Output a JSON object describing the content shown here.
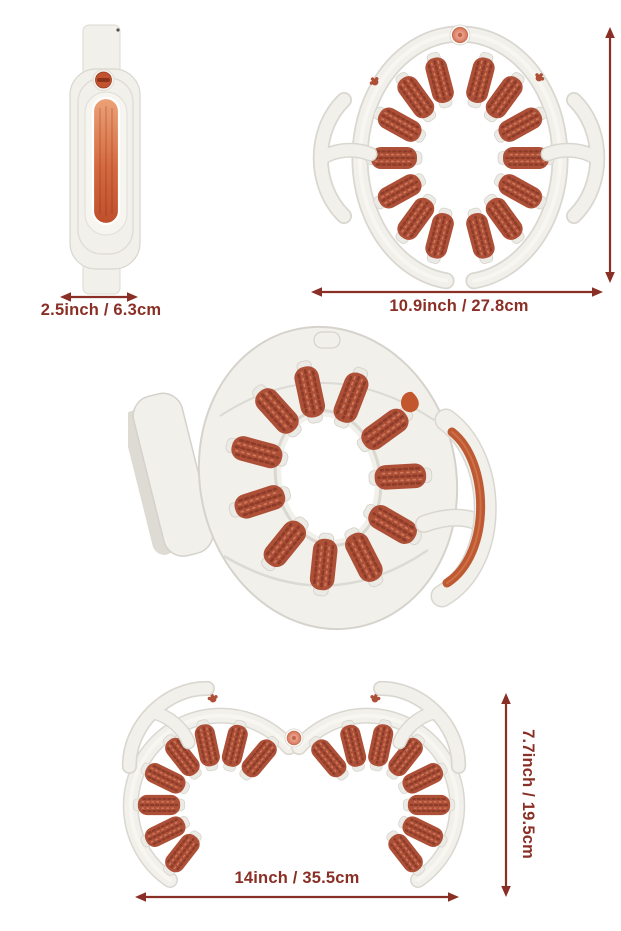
{
  "dimensions": {
    "side_width": "2.5inch / 6.3cm",
    "ring_width": "10.9inch / 27.8cm",
    "open_width": "14inch / 35.5cm",
    "open_height": "7.7inch / 19.5cm"
  },
  "colors": {
    "annotation": "#8a2f25",
    "device_body": "#f1f0ea",
    "device_edge": "#d9d7d0",
    "roller": "#ae5038",
    "roller_dark": "#8c3c29",
    "roller_light": "#cd7a5c",
    "grip_orange": "#bd5a33",
    "hinge_pink": "#e89c87",
    "dial_orange": "#c2532f",
    "background": "#ffffff"
  }
}
